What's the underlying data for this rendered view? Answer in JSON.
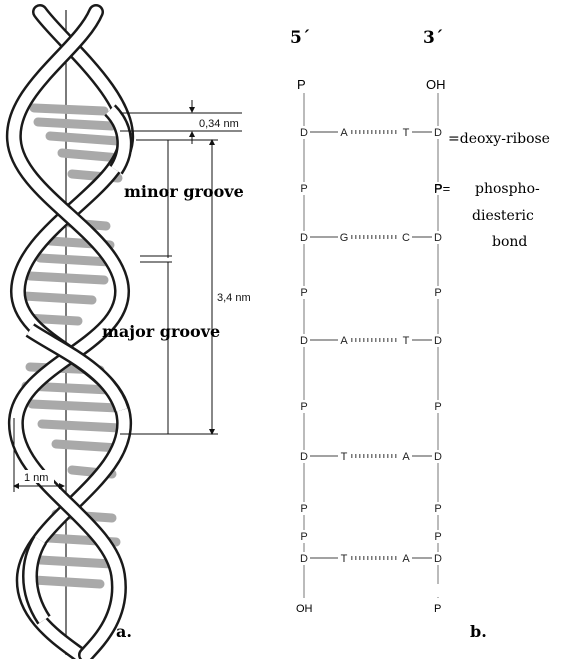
{
  "panel_a": {
    "label": "a.",
    "minor_groove": "minor groove",
    "major_groove": "major groove",
    "rise_label": "0,34 nm",
    "pitch_label": "3,4 nm",
    "radius_label": "1 nm"
  },
  "panel_b": {
    "label": "b.",
    "end_5": "5´",
    "end_3": "3´",
    "top_left": "P",
    "top_right": "OH",
    "bottom_left": "OH",
    "bottom_right": "P",
    "sugar_symbol": "D",
    "phosphate_symbol": "P",
    "legend_sugar": "=deoxy-ribose",
    "legend_phosphate_eq": "P=",
    "legend_phosphate_lines": [
      "phospho-",
      "diesteric",
      "bond"
    ],
    "pairs": [
      {
        "left": "A",
        "right": "T"
      },
      {
        "left": "G",
        "right": "C"
      },
      {
        "left": "A",
        "right": "T"
      },
      {
        "left": "T",
        "right": "A"
      },
      {
        "left": "T",
        "right": "A"
      }
    ]
  }
}
